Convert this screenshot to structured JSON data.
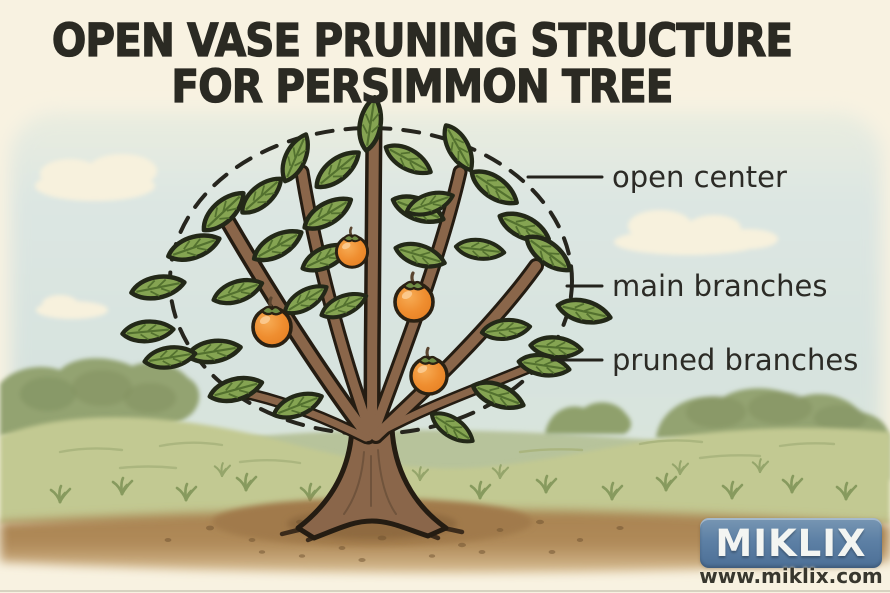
{
  "title": {
    "line1": "OPEN VASE PRUNING STRUCTURE",
    "line2": "FOR PERSIMMON TREE"
  },
  "callouts": [
    {
      "id": "open-center",
      "label": "open center"
    },
    {
      "id": "main-branches",
      "label": "main branches"
    },
    {
      "id": "pruned-branches",
      "label": "pruned branches"
    }
  ],
  "branding": {
    "logo_text": "MIKLIX",
    "website": "www.miklix.com"
  },
  "illustration": {
    "subject": "persimmon tree pruned to an open vase shape",
    "canopy_outline": "dashed ellipse around the canopy",
    "fruit_count": 4,
    "colors": {
      "background_cream": "#F8F2E1",
      "sky_blue": "#DCE6E2",
      "leaf_green": "#85A452",
      "fruit_orange": "#EE8A2F",
      "trunk_brown": "#8A664A",
      "field_green": "#C2C992",
      "soil_brown": "#A6804F",
      "outline_dark": "#252015",
      "logo_blue": "#5D80A5",
      "text_dark": "#2B2A23"
    }
  }
}
